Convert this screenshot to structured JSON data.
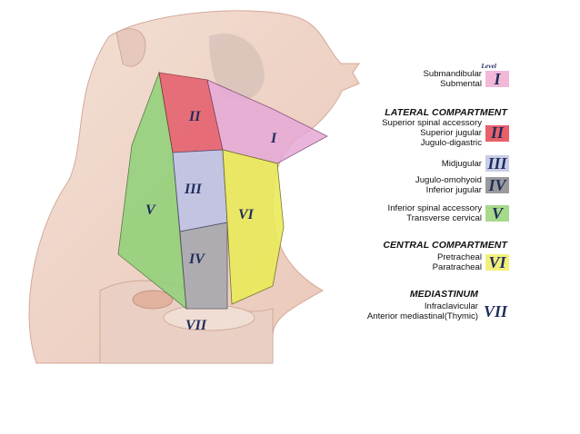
{
  "legend": {
    "level_word": "Level",
    "rows": [
      {
        "text1": "Submandibular",
        "text2": "Submental",
        "level": "I",
        "color": "#f2b8d7"
      },
      {
        "text1": "Superior spinal accessory",
        "text2": "Superior jugular",
        "text3": "Jugulo-digastric",
        "level": "II",
        "color": "#e8606a"
      },
      {
        "text1": "Midjugular",
        "level": "III",
        "color": "#c9cde6"
      },
      {
        "text1": "Jugulo-omohyoid",
        "text2": "Inferior jugular",
        "level": "IV",
        "color": "#9a9a9a"
      },
      {
        "text1": "Inferior spinal accessory",
        "text2": "Transverse cervical",
        "level": "V",
        "color": "#a6d98a"
      },
      {
        "text1": "Pretracheal",
        "text2": "Paratracheal",
        "level": "VI",
        "color": "#f2f07a"
      },
      {
        "text1": "Infraclavicular",
        "text2": "Anterior mediastinal(Thymic)",
        "level": "VII",
        "color": "#ffffff"
      }
    ],
    "headings": {
      "lateral": "LATERAL COMPARTMENT",
      "central": "CENTRAL COMPARTMENT",
      "mediastinum": "MEDIASTINUM"
    }
  },
  "zones": {
    "I": "I",
    "II": "II",
    "III": "III",
    "IV": "IV",
    "V": "V",
    "VI": "VI",
    "VII": "VII"
  }
}
